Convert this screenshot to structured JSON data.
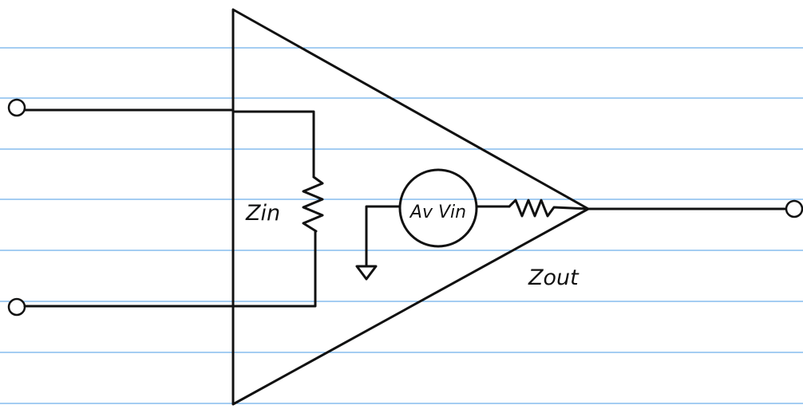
{
  "diagram": {
    "colors": {
      "paper": "#ffffff",
      "rule_line": "#4a9be6",
      "ink": "#111111"
    },
    "labels": {
      "input_impedance": "Zin",
      "source": "Av Vin",
      "output_impedance": "Zout"
    }
  }
}
